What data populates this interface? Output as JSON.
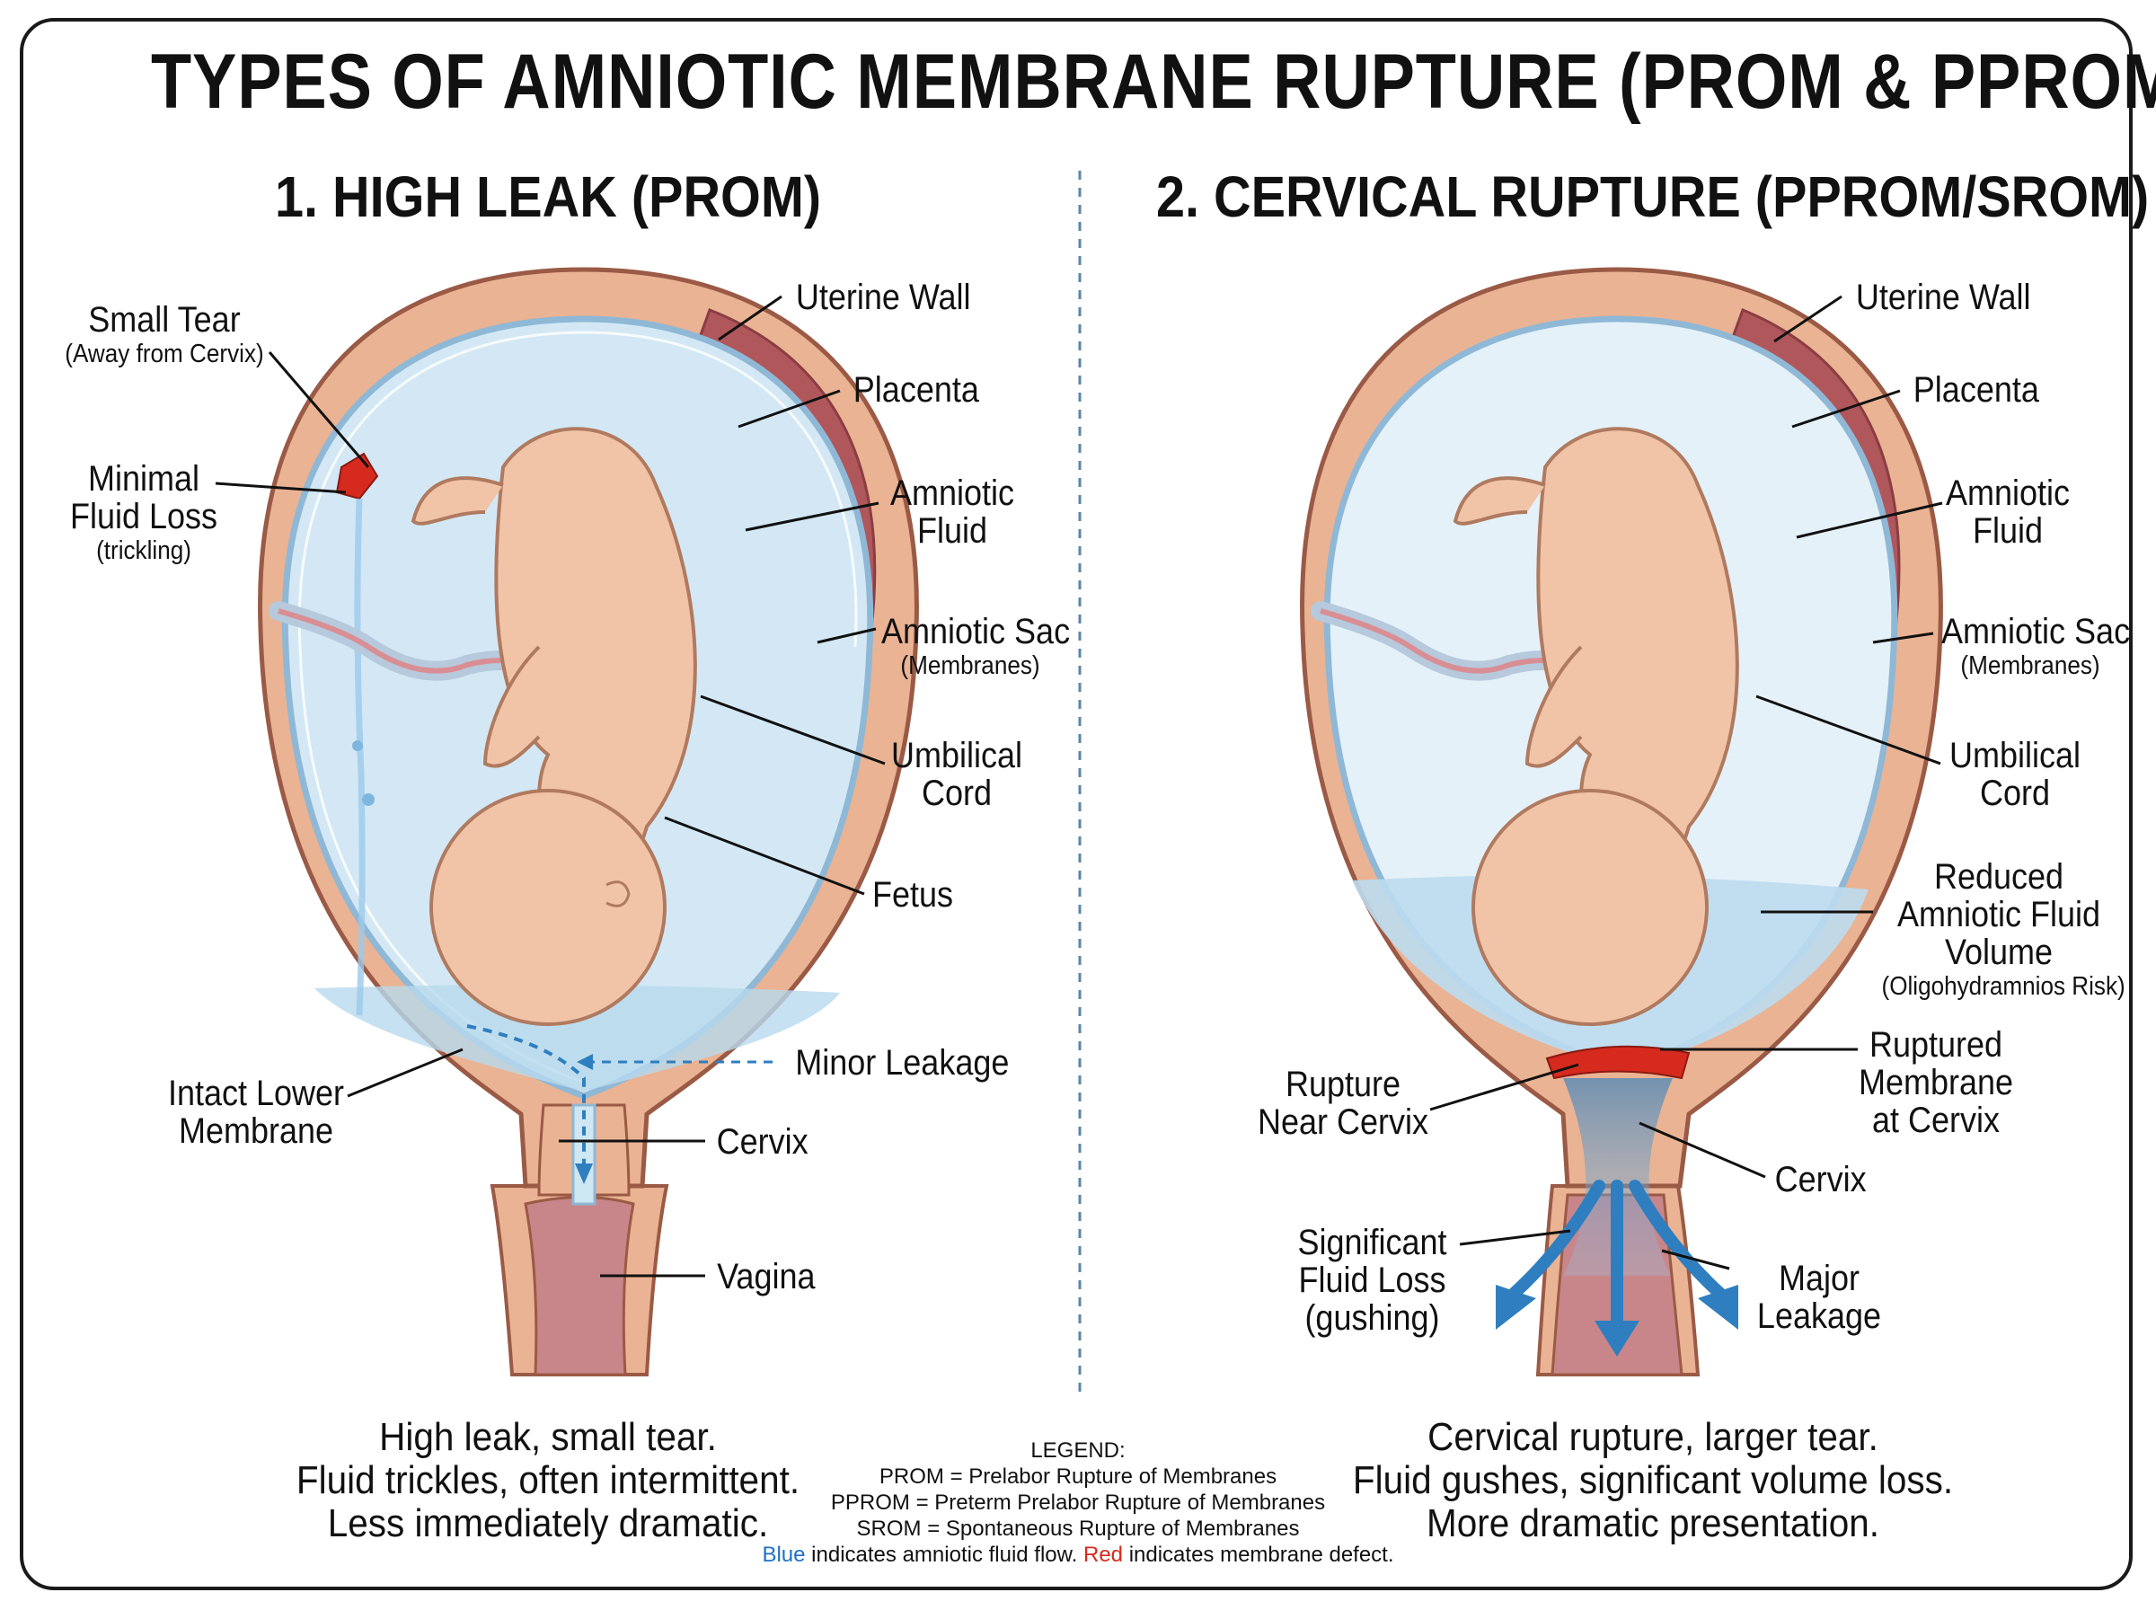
{
  "title": "TYPES OF AMNIOTIC MEMBRANE RUPTURE (PROM & PPROM)",
  "panel_left": {
    "title": "1. HIGH LEAK (PROM)",
    "labels": {
      "small_tear": "Small Tear",
      "small_tear_note": "(Away from Cervix)",
      "minimal_loss": "Minimal",
      "minimal_loss_2": "Fluid Loss",
      "minimal_loss_note": "(trickling)",
      "uterine_wall": "Uterine Wall",
      "placenta": "Placenta",
      "amniotic_fluid_1": "Amniotic",
      "amniotic_fluid_2": "Fluid",
      "amniotic_sac": "Amniotic Sac",
      "amniotic_sac_note": "(Membranes)",
      "umbilical_1": "Umbilical",
      "umbilical_2": "Cord",
      "fetus": "Fetus",
      "minor_leakage": "Minor Leakage",
      "intact_1": "Intact Lower",
      "intact_2": "Membrane",
      "cervix": "Cervix",
      "vagina": "Vagina"
    },
    "summary": [
      "High leak, small tear.",
      "Fluid trickles, often intermittent.",
      "Less immediately dramatic."
    ]
  },
  "panel_right": {
    "title": "2. CERVICAL RUPTURE (PPROM/SROM)",
    "labels": {
      "uterine_wall": "Uterine Wall",
      "placenta": "Placenta",
      "amniotic_fluid_1": "Amniotic",
      "amniotic_fluid_2": "Fluid",
      "amniotic_sac": "Amniotic Sac",
      "amniotic_sac_note": "(Membranes)",
      "umbilical_1": "Umbilical",
      "umbilical_2": "Cord",
      "reduced_1": "Reduced",
      "reduced_2": "Amniotic Fluid",
      "reduced_3": "Volume",
      "reduced_note": "(Oligohydramnios Risk)",
      "ruptured_1": "Ruptured",
      "ruptured_2": "Membrane",
      "ruptured_3": "at Cervix",
      "near_1": "Rupture",
      "near_2": "Near Cervix",
      "cervix": "Cervix",
      "significant_1": "Significant",
      "significant_2": "Fluid Loss",
      "significant_3": "(gushing)",
      "major_1": "Major",
      "major_2": "Leakage"
    },
    "summary": [
      "Cervical rupture, larger tear.",
      "Fluid gushes, significant volume loss.",
      "More dramatic presentation."
    ]
  },
  "legend": {
    "heading": "LEGEND:",
    "lines": [
      "PROM = Prelabor Rupture of Membranes",
      "PPROM = Preterm Prelabor Rupture of Membranes",
      "SROM = Spontaneous Rupture of Membranes"
    ],
    "blue_word": "Blue",
    "blue_rest": " indicates amniotic fluid flow. ",
    "red_word": "Red",
    "red_rest": " indicates membrane defect."
  },
  "colors": {
    "uterus": "#eab393",
    "uterus_outline": "#9a5a45",
    "placenta": "#b0575c",
    "fluid": "#cfe6f3",
    "membrane": "#8fb8d6",
    "fetus": "#f1c4a8",
    "defect": "#d62a1e",
    "flow": "#2f7fc0"
  }
}
